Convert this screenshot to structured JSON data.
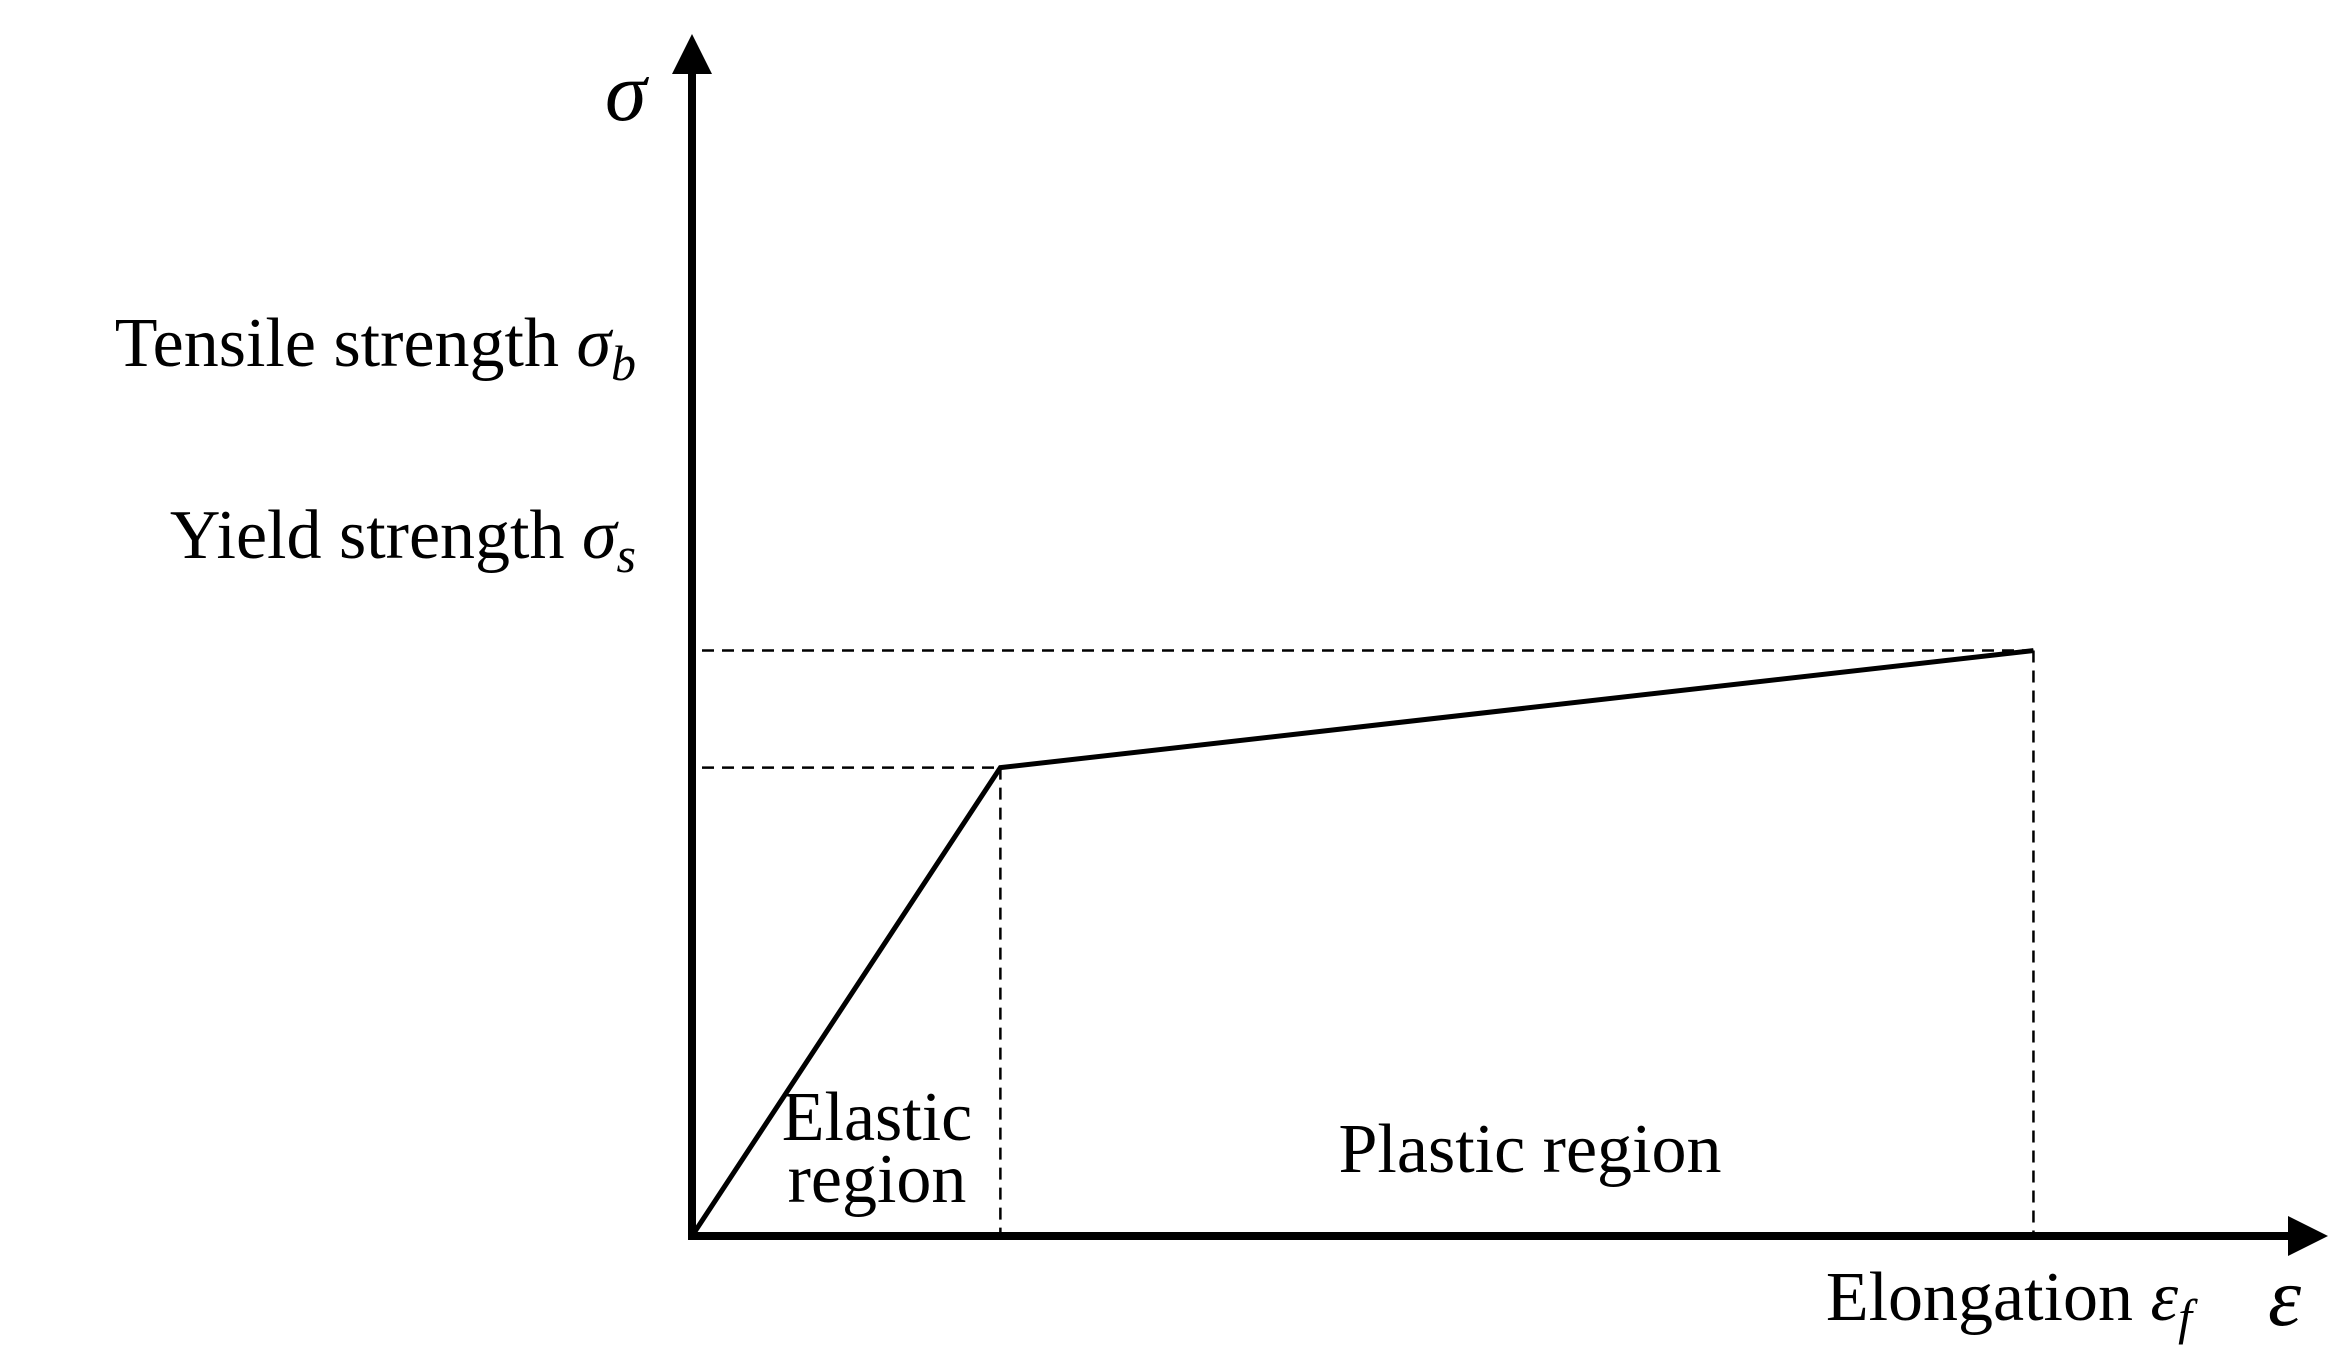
{
  "chart_data": {
    "type": "line",
    "title": "",
    "xlabel": "ε",
    "ylabel": "σ",
    "grid": false,
    "series": [
      {
        "x": [
          0,
          1,
          4.35
        ],
        "y": [
          0,
          1,
          1.25
        ]
      }
    ],
    "xlim": [
      0,
      5.3
    ],
    "ylim": [
      0,
      2.56
    ],
    "annotations": {
      "tensile": {
        "label": "Tensile strength ",
        "symbol": "σ",
        "sub": "b"
      },
      "yield": {
        "label": "Yield strength ",
        "symbol": "σ",
        "sub": "s"
      },
      "elongation": {
        "label": "Elongation ",
        "symbol": "ε",
        "sub": "f"
      },
      "elastic_line1": "Elastic",
      "elastic_line2": "region",
      "plastic": "Plastic region"
    },
    "colors": {
      "line": "#000000",
      "background": "#ffffff"
    }
  }
}
